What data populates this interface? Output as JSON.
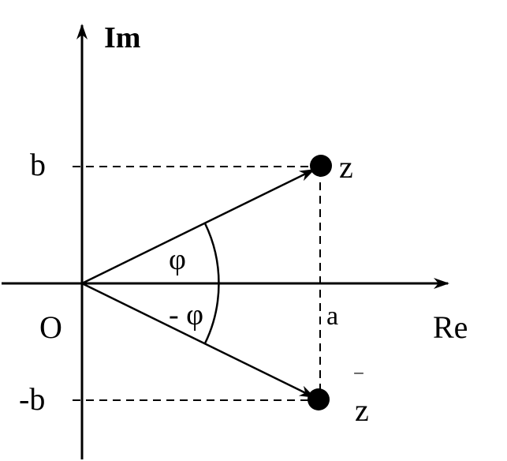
{
  "axes": {
    "imaginary_label": "Im",
    "real_label": "Re",
    "origin_label": "O"
  },
  "points": {
    "z_label": "z",
    "z_conjugate_label": "z",
    "z_conjugate_bar": "‾"
  },
  "ticks": {
    "b_label": "b",
    "neg_b_label": "-b",
    "a_label": "a"
  },
  "angles": {
    "phi_label": "φ",
    "neg_phi_label": "- φ"
  },
  "colors": {
    "ink": "#000000",
    "background": "#ffffff"
  }
}
